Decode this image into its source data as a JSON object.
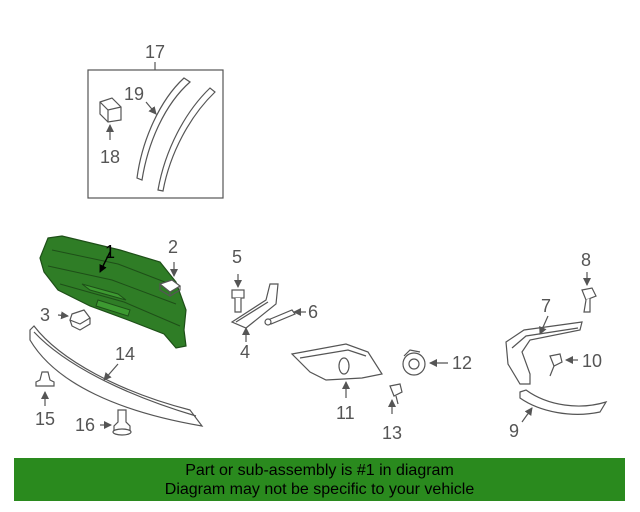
{
  "callouts": {
    "c1": "1",
    "c2": "2",
    "c3": "3",
    "c4": "4",
    "c5": "5",
    "c6": "6",
    "c7": "7",
    "c8": "8",
    "c9": "9",
    "c10": "10",
    "c11": "11",
    "c12": "12",
    "c13": "13",
    "c14": "14",
    "c15": "15",
    "c16": "16",
    "c17": "17",
    "c18": "18",
    "c19": "19"
  },
  "banner": {
    "line1": "Part or sub-assembly is #1 in diagram",
    "line2": "Diagram may not be specific to your vehicle",
    "background_color": "#2a8a1e"
  },
  "colors": {
    "highlight_part": "#2f7d26",
    "line_art": "#555555"
  }
}
